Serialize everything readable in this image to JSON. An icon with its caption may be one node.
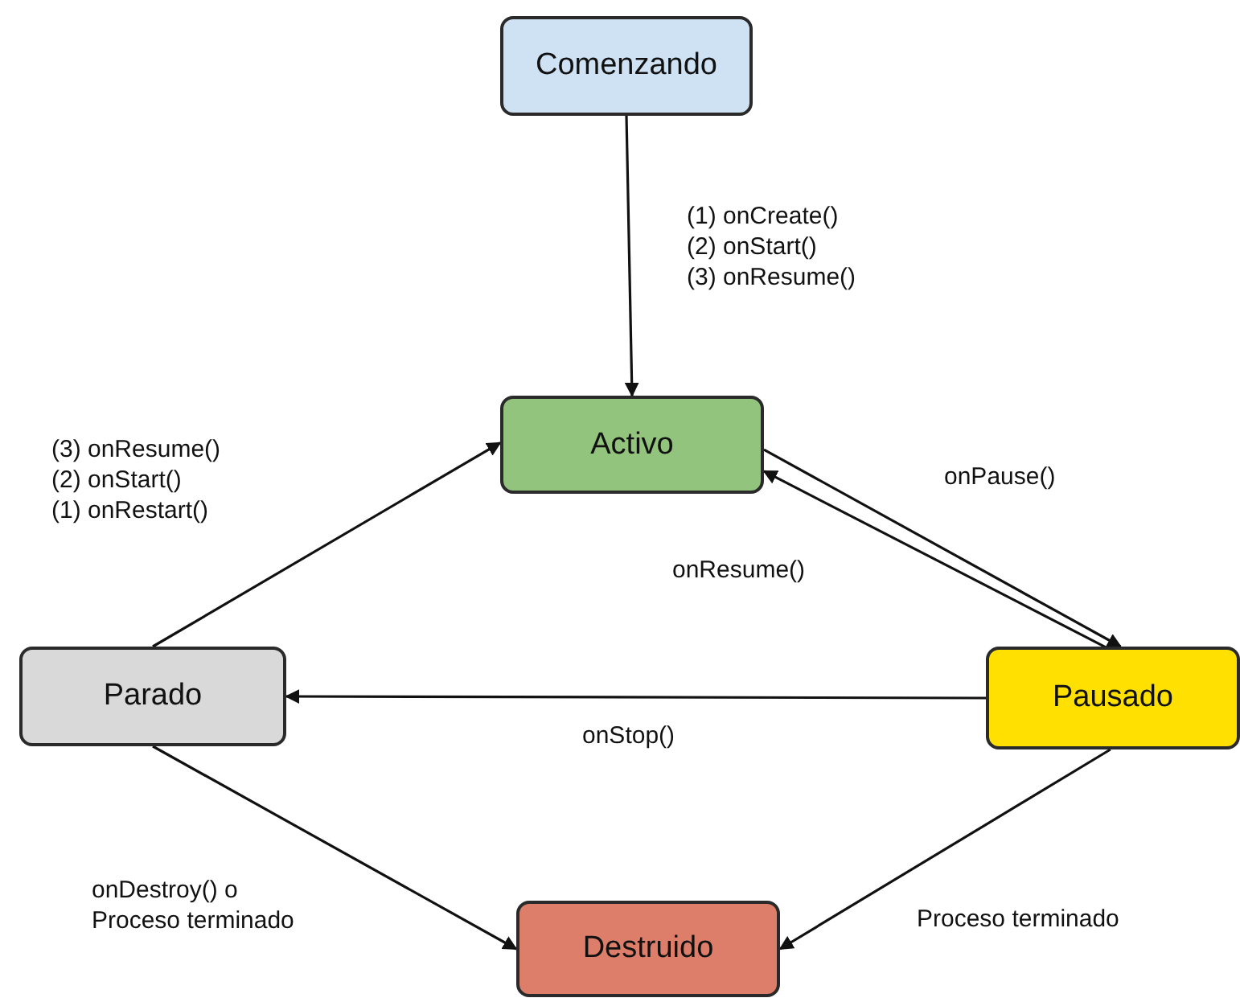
{
  "diagram": {
    "nodes": [
      {
        "text": [
          "Comenzando"
        ]
      },
      {
        "text": [
          "Activo"
        ]
      },
      {
        "text": [
          "Parado"
        ]
      },
      {
        "text": [
          "Pausado"
        ]
      },
      {
        "text": [
          "Destruido"
        ]
      }
    ],
    "edges": [
      {
        "from": 0,
        "to": 1,
        "arrow": "to",
        "label": "(1) onCreate() (2) onStart() (3) onResume()"
      },
      {
        "from": 1,
        "to": 3,
        "arrow": "to",
        "label": "onPause()"
      },
      {
        "from": 3,
        "to": 1,
        "arrow": "to",
        "label": "onResume()"
      },
      {
        "from": 3,
        "to": 2,
        "arrow": "to",
        "label": "onStop()"
      },
      {
        "from": 2,
        "to": 1,
        "arrow": "to",
        "label": "(3) onResume() (2) onStart() (1) onRestart()"
      },
      {
        "from": 2,
        "to": 4,
        "arrow": "to",
        "label": "onDestroy() o Proceso terminado"
      },
      {
        "from": 3,
        "to": 4,
        "arrow": "to",
        "label": "Proceso terminado"
      }
    ]
  }
}
